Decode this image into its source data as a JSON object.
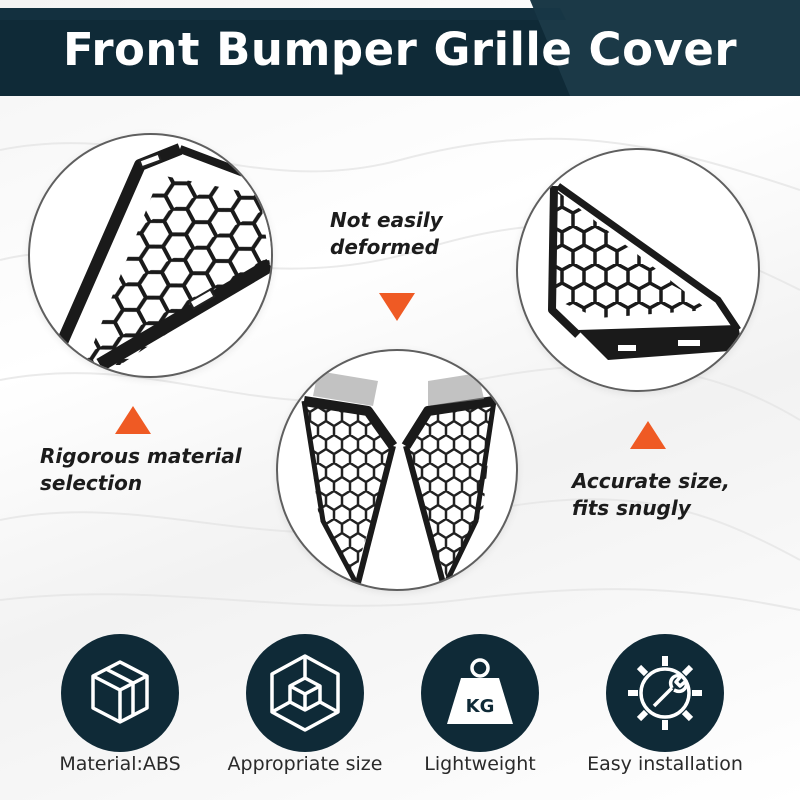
{
  "title": "Front Bumper Grille Cover",
  "colors": {
    "header_dark": "#0f2a37",
    "header_light": "#1c3a48",
    "accent_orange": "#ef5a24",
    "icon_bg": "#0f2a37"
  },
  "callouts": {
    "top_center": "Not easily deformed",
    "left": "Rigorous material selection",
    "right": "Accurate size, fits snugly"
  },
  "features": [
    {
      "icon": "cube-icon",
      "label": "Material:ABS"
    },
    {
      "icon": "size-cube-icon",
      "label": "Appropriate size"
    },
    {
      "icon": "weight-kg-icon",
      "label": "Lightweight"
    },
    {
      "icon": "gear-wrench-icon",
      "label": "Easy installation"
    }
  ],
  "weight_icon_text": "KG"
}
